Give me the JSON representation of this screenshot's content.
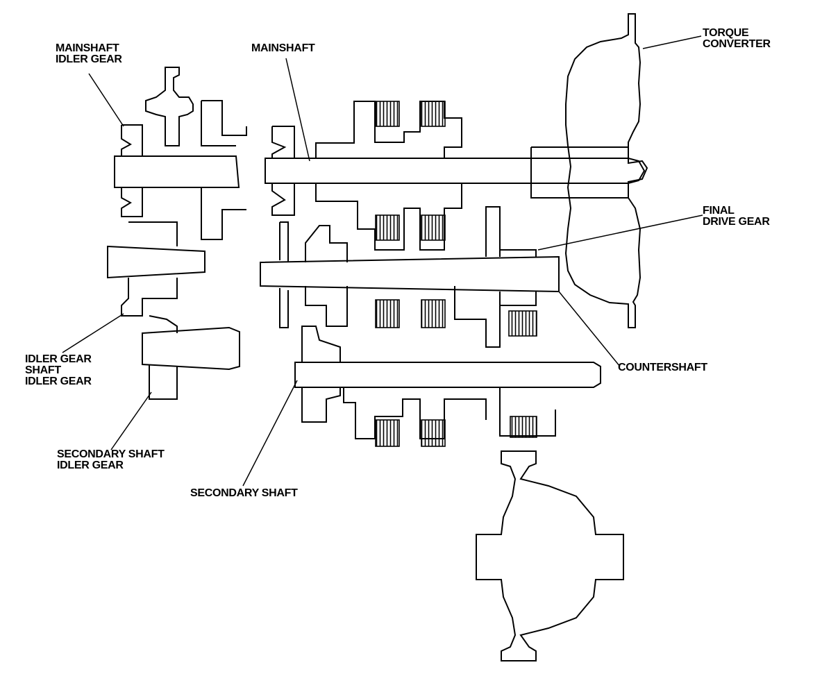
{
  "labels": {
    "mainshaft_idler_gear": [
      "MAINSHAFT",
      "IDLER GEAR"
    ],
    "mainshaft": "MAINSHAFT",
    "torque_converter": [
      "TORQUE",
      "CONVERTER"
    ],
    "final_drive_gear": [
      "FINAL",
      "DRIVE GEAR"
    ],
    "countershaft": "COUNTERSHAFT",
    "idler_gear_shaft_idler_gear": [
      "IDLER GEAR",
      "SHAFT",
      "IDLER GEAR"
    ],
    "secondary_shaft_idler_gear": [
      "SECONDARY SHAFT",
      "IDLER GEAR"
    ],
    "secondary_shaft": "SECONDARY SHAFT"
  },
  "colors": {
    "ink": "#000000",
    "paper": "#ffffff"
  }
}
